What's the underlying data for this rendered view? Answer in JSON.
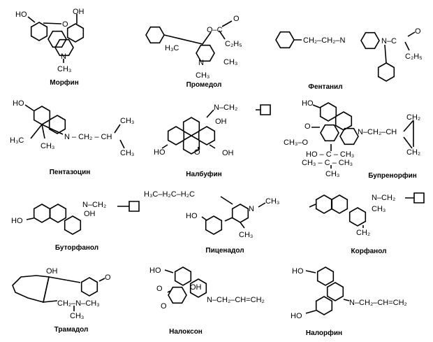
{
  "compounds": [
    {
      "name": "Морфин",
      "labels": [
        "HO",
        "OH",
        "O",
        "N",
        "CH₃"
      ]
    },
    {
      "name": "Промедол",
      "labels": [
        "O–C",
        "O",
        "C₂H₅",
        "H₃C",
        "CH₃",
        "N",
        "CH₃"
      ]
    },
    {
      "name": "Фентанил",
      "labels": [
        "CH₂–CH₂–N",
        "N–C",
        "O",
        "C₂H₅"
      ]
    },
    {
      "name": "Пентазоцин",
      "labels": [
        "HO",
        "H₃C",
        "CH₃",
        "N – CH₂ – CH",
        "CH₃",
        "CH₃"
      ]
    },
    {
      "name": "Налбуфин",
      "labels": [
        "N–CH₂",
        "OH",
        "HO",
        "O",
        "OH"
      ]
    },
    {
      "name": "Бупренорфин",
      "labels": [
        "HO",
        "O",
        "N–CH₂–CH",
        "CH₂",
        "CH₂",
        "CH₃–O",
        "HO – C – CH₃",
        "CH₃ – C – CH₃",
        "CH₃"
      ]
    },
    {
      "name": "Буторфанол",
      "labels": [
        "N–CH₂",
        "OH",
        "HO"
      ]
    },
    {
      "name": "Пиценадол",
      "labels": [
        "H₃C–H₂C–H₂C",
        "CH₃",
        "N",
        "HO",
        "CH₃"
      ]
    },
    {
      "name": "Корфанол",
      "labels": [
        "N–CH₂",
        "CH₃",
        "CH₂"
      ]
    },
    {
      "name": "Трамадол",
      "labels": [
        "OH",
        "O",
        "CH₂–N–CH₃",
        "CH₃"
      ]
    },
    {
      "name": "Налоксон",
      "labels": [
        "HO",
        "OH",
        "O",
        "O",
        "N–CH₂–CH=CH₂"
      ]
    },
    {
      "name": "Налорфин",
      "labels": [
        "HO",
        "HO",
        "N–CH₂–CH=CH₂"
      ]
    }
  ]
}
